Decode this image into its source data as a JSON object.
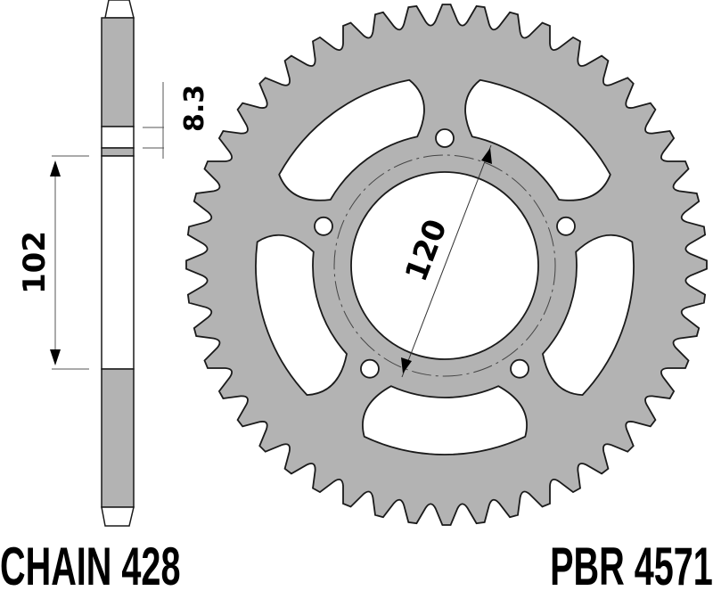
{
  "diagram": {
    "type": "rear sprocket technical drawing",
    "colors": {
      "part_fill": "#b3b3b3",
      "outline": "#1a1a1a",
      "dimension_line": "#555555",
      "background": "#ffffff"
    },
    "side_view": {
      "dimension_height": "102",
      "dimension_thickness": "8.3"
    },
    "front_view": {
      "center_bore_dimension": "120",
      "bolt_holes": 5,
      "lightening_windows": 5,
      "teeth_count_estimate": 48
    },
    "labels": {
      "chain": "CHAIN 428",
      "part_number": "PBR 4571"
    }
  }
}
